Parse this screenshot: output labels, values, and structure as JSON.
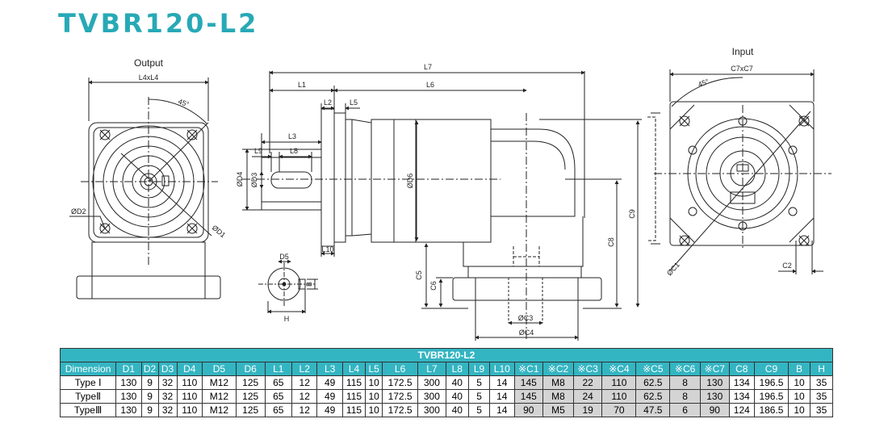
{
  "title": "TVBR120-L2",
  "drawing": {
    "output_label": "Output",
    "input_label": "Input",
    "dims": {
      "L4xL4": "L4xL4",
      "angle": "45°",
      "D2": "ØD2",
      "D1": "ØD1",
      "L7": "L7",
      "L1": "L1",
      "L6": "L6",
      "L2": "L2",
      "L5": "L5",
      "L3": "L3",
      "L9": "L9",
      "L8": "L8",
      "D4": "ØD4",
      "D3": "ØD3",
      "D6": "ØD6",
      "L10": "L10",
      "C5": "C5",
      "C6": "C6",
      "C3": "ØC3",
      "C4": "ØC4",
      "C8": "C8",
      "C9": "C9",
      "C7xC7": "C7xC7",
      "C1": "ØC1",
      "C2": "C2",
      "D5": "D5",
      "B": "B",
      "H": "H"
    }
  },
  "table": {
    "caption": "TVBR120-L2",
    "headers": [
      "Dimension",
      "D1",
      "D2",
      "D3",
      "D4",
      "D5",
      "D6",
      "L1",
      "L2",
      "L3",
      "L4",
      "L5",
      "L6",
      "L7",
      "L8",
      "L9",
      "L10",
      "※C1",
      "※C2",
      "※C3",
      "※C4",
      "※C5",
      "※C6",
      "※C7",
      "C8",
      "C9",
      "B",
      "H"
    ],
    "rows": [
      [
        "Type Ⅰ",
        "130",
        "9",
        "32",
        "110",
        "M12",
        "125",
        "65",
        "12",
        "49",
        "115",
        "10",
        "172.5",
        "300",
        "40",
        "5",
        "14",
        "145",
        "M8",
        "22",
        "110",
        "62.5",
        "8",
        "130",
        "134",
        "196.5",
        "10",
        "35"
      ],
      [
        "TypeⅡ",
        "130",
        "9",
        "32",
        "110",
        "M12",
        "125",
        "65",
        "12",
        "49",
        "115",
        "10",
        "172.5",
        "300",
        "40",
        "5",
        "14",
        "145",
        "M8",
        "24",
        "110",
        "62.5",
        "8",
        "130",
        "134",
        "196.5",
        "10",
        "35"
      ],
      [
        "TypeⅢ",
        "130",
        "9",
        "32",
        "110",
        "M12",
        "125",
        "65",
        "12",
        "49",
        "115",
        "10",
        "172.5",
        "300",
        "40",
        "5",
        "14",
        "90",
        "M5",
        "19",
        "70",
        "47.5",
        "6",
        "90",
        "124",
        "186.5",
        "10",
        "35"
      ]
    ]
  }
}
